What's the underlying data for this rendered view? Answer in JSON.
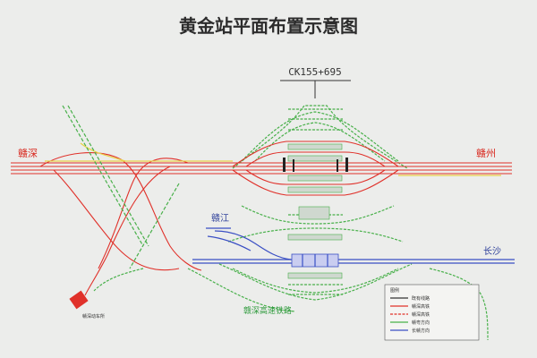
{
  "title": "黄金站平面布置示意图",
  "chainage": "CK155+695",
  "cities": {
    "left": "赣深",
    "right": "赣州",
    "blue_right": "长沙",
    "blue_left": "赣江",
    "green_bottom": "赣深高速铁路"
  },
  "legend": {
    "title": "图例",
    "items": [
      {
        "label": "既有线路",
        "color": "#333333"
      },
      {
        "label": "赣深高铁",
        "color": "#e0312a"
      },
      {
        "label": "赣深高铁",
        "color": "#e0312a"
      },
      {
        "label": "赣粤方向",
        "color": "#48b04a"
      },
      {
        "label": "长赣方向",
        "color": "#3a4fc4"
      }
    ]
  },
  "colors": {
    "red": "#e0312a",
    "green": "#48b04a",
    "blue": "#3a4fc4",
    "yellow": "#e8d34a"
  }
}
